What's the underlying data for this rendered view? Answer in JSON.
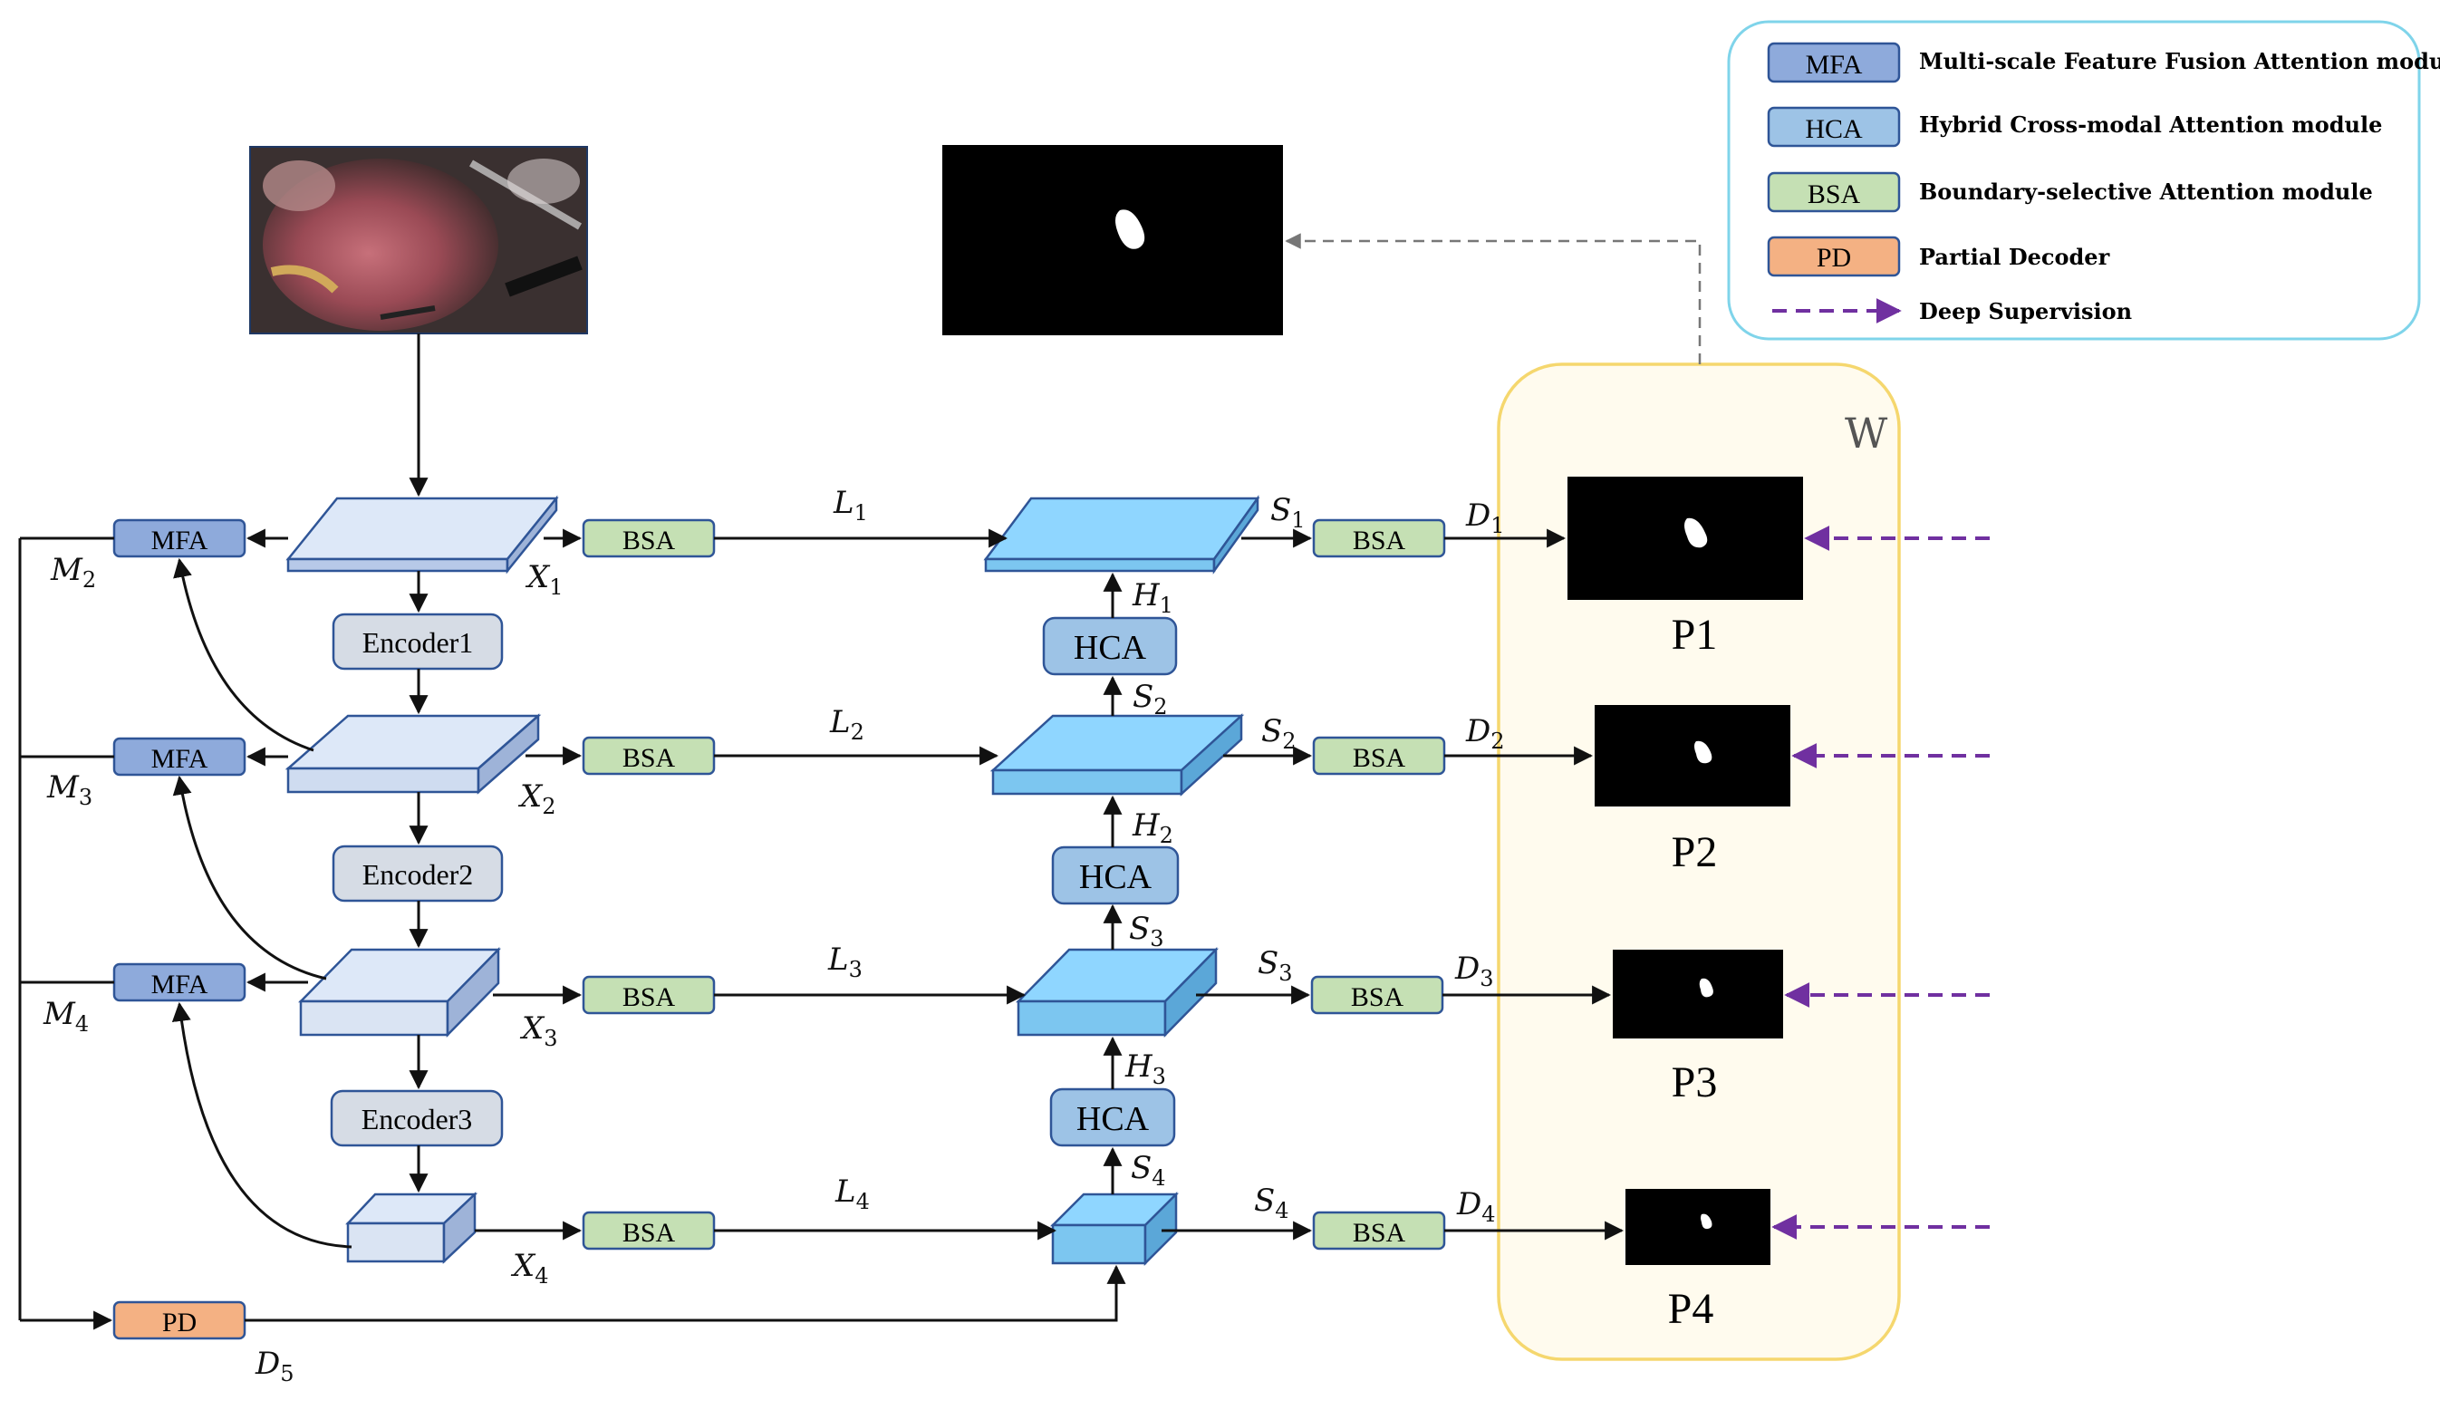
{
  "colors": {
    "mfa": "#8eaadb",
    "hca": "#9dc3e6",
    "bsa": "#c5e0b4",
    "pd": "#f4b183",
    "encoder": "#d6dce5",
    "legend_border": "#7fd4ea",
    "w_panel_fill": "#fffbee",
    "w_panel_border": "#f5d76e",
    "deep_supervision": "#7030a0",
    "encoder_slab": "#dde8f8",
    "decoder_slab": "#8fd6ff"
  },
  "legend": [
    {
      "key": "MFA",
      "desc": "Multi-scale Feature Fusion Attention module"
    },
    {
      "key": "HCA",
      "desc": "Hybrid Cross-modal Attention module"
    },
    {
      "key": "BSA",
      "desc": "Boundary-selective Attention module"
    },
    {
      "key": "PD",
      "desc": "Partial Decoder"
    },
    {
      "desc": "Deep Supervision"
    }
  ],
  "modules": {
    "mfa": "MFA",
    "bsa": "BSA",
    "hca": "HCA",
    "pd": "PD",
    "encoders": [
      "Encoder1",
      "Encoder2",
      "Encoder3"
    ]
  },
  "panel_label": "W",
  "outputs": [
    "P1",
    "P2",
    "P3",
    "P4"
  ],
  "vars": {
    "X": "X",
    "M": "M",
    "L": "L",
    "S": "S",
    "H": "H",
    "D": "D"
  },
  "subs": {
    "one": "1",
    "two": "2",
    "three": "3",
    "four": "4",
    "five": "5"
  }
}
